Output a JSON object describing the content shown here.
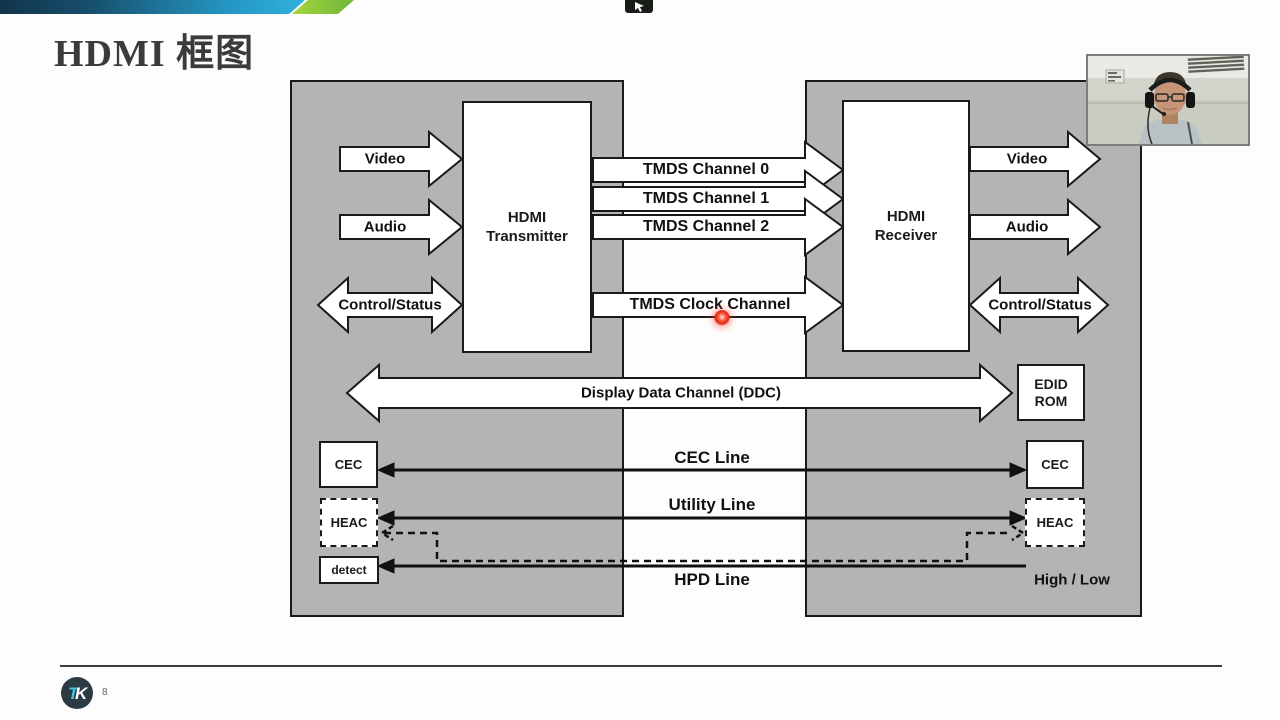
{
  "header": {
    "title": "HDMI 框图"
  },
  "toolbar": {
    "button_icon_name": "cursor-icon"
  },
  "diagram": {
    "transmitter": {
      "line1": "HDMI",
      "line2": "Transmitter"
    },
    "receiver": {
      "line1": "HDMI",
      "line2": "Receiver"
    },
    "inputs": {
      "video": "Video",
      "audio": "Audio",
      "control": "Control/Status"
    },
    "outputs": {
      "video": "Video",
      "audio": "Audio",
      "control": "Control/Status"
    },
    "tmds": {
      "ch0": "TMDS Channel 0",
      "ch1": "TMDS Channel 1",
      "ch2": "TMDS Channel 2",
      "clock": "TMDS Clock Channel"
    },
    "ddc": {
      "label": "Display Data Channel (DDC)",
      "edid_line1": "EDID",
      "edid_line2": "ROM"
    },
    "cec": {
      "left_box": "CEC",
      "right_box": "CEC",
      "line_label": "CEC Line"
    },
    "heac": {
      "left_box": "HEAC",
      "right_box": "HEAC",
      "utility_label": "Utility Line"
    },
    "hpd": {
      "detect_box": "detect",
      "line_label": "HPD Line",
      "state_label": "High / Low"
    }
  },
  "footer": {
    "page_number": "8",
    "logo_letter_t": "T",
    "logo_letter_k": "K"
  },
  "colors": {
    "accent_green": "#8dc63f",
    "bar_navy": "#12344b",
    "bar_blue": "#2fb0dc",
    "diagram_gray": "#b4b4b4",
    "laser_red": "#e02814",
    "logo_teal": "#3ec8da"
  }
}
